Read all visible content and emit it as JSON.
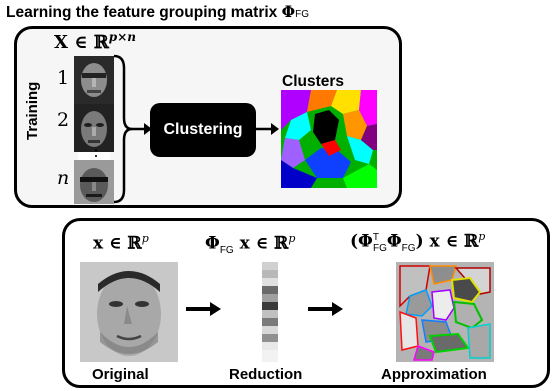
{
  "heading": {
    "text": "Learning the feature grouping matrix ",
    "symbol": "Φ",
    "subscript": "FG"
  },
  "training": {
    "matrix_main": "X ∈ ℝ",
    "matrix_sup": "p×n",
    "label": "Training",
    "indices": [
      "1",
      "2",
      "⋮",
      "n"
    ]
  },
  "clustering": {
    "button_label": "Clustering",
    "output_title": "Clusters"
  },
  "pipeline": {
    "input_formula": "x ∈ ℝ",
    "input_sup": "p",
    "reduction_phi": "Φ",
    "reduction_sub": "FG",
    "reduction_rest": " x ∈ ℝ",
    "reduction_sup": "p",
    "approx_open": "(Φ",
    "approx_sup_T": "T",
    "approx_sub1": "FG",
    "approx_phi2": "Φ",
    "approx_sub2": "FG",
    "approx_close": ") x ∈ ℝ",
    "approx_sup": "p",
    "captions": {
      "original": "Original",
      "reduction": "Reduction",
      "approximation": "Approximation"
    }
  },
  "colors": {
    "panel_top_bg": "#f6f6f6",
    "panel_border": "#000000",
    "clustering_box": "#000000",
    "cluster_palette": [
      "#ff0000",
      "#ff8c00",
      "#ffe000",
      "#00c000",
      "#00d0d0",
      "#1060ff",
      "#2020e0",
      "#a000ff",
      "#ff00ff",
      "#00ff60"
    ]
  },
  "icons": [
    "arrow-right-icon",
    "curly-brace-icon"
  ]
}
